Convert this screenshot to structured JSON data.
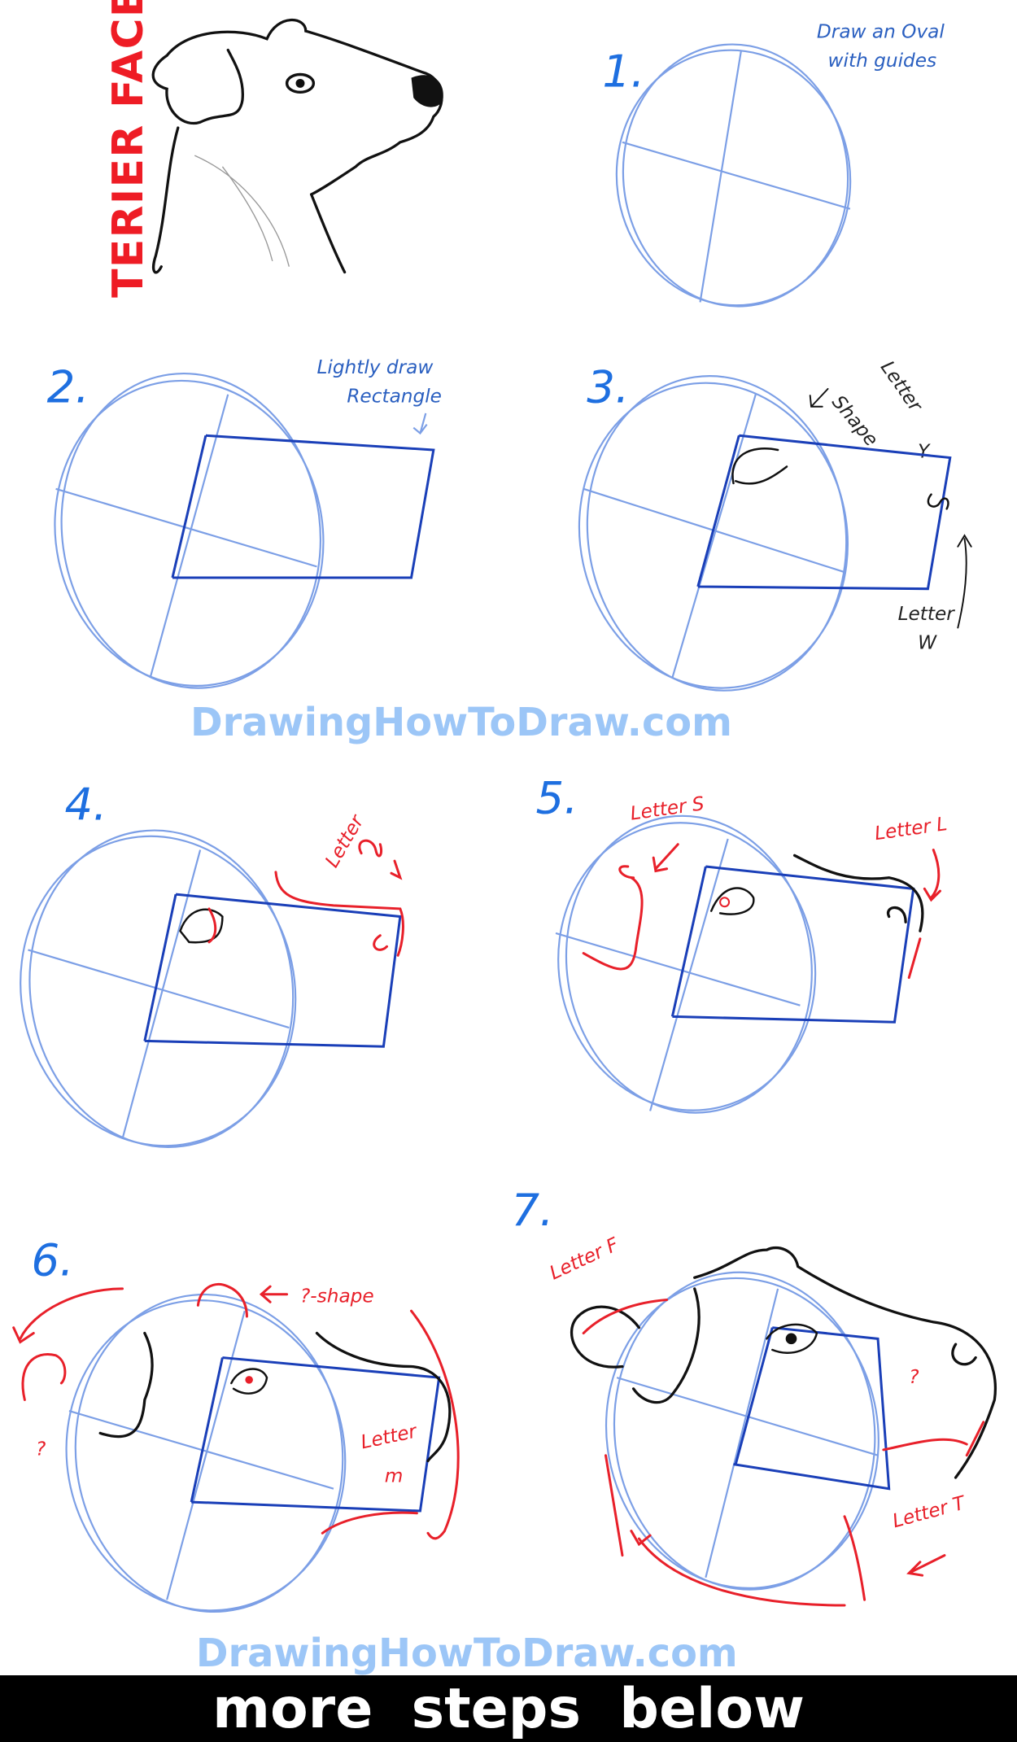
{
  "title": "TERIER FACE",
  "watermark": "DrawingHowToDraw.com",
  "footer": "more  steps  below",
  "colors": {
    "guide_blue": "#7c9fe6",
    "rect_blue": "#1a3fb8",
    "step_red": "#e8202a",
    "watermark": "#9cc6f7",
    "footer_bg": "#000000"
  },
  "steps": [
    {
      "number": "1.",
      "notes": [
        "Draw an Oval",
        "with guides"
      ]
    },
    {
      "number": "2.",
      "notes": [
        "Lightly draw",
        "Rectangle"
      ]
    },
    {
      "number": "3.",
      "notes": [
        "Letter",
        "Y",
        "Shape",
        "Letter",
        "W"
      ]
    },
    {
      "number": "4.",
      "notes": [
        "Letter",
        "S"
      ]
    },
    {
      "number": "5.",
      "notes": [
        "Letter S",
        "Letter L"
      ]
    },
    {
      "number": "6.",
      "notes": [
        "?-shape",
        "Letter",
        "m",
        "?"
      ]
    },
    {
      "number": "7.",
      "notes": [
        "Letter F",
        "?",
        "Letter T"
      ]
    }
  ]
}
